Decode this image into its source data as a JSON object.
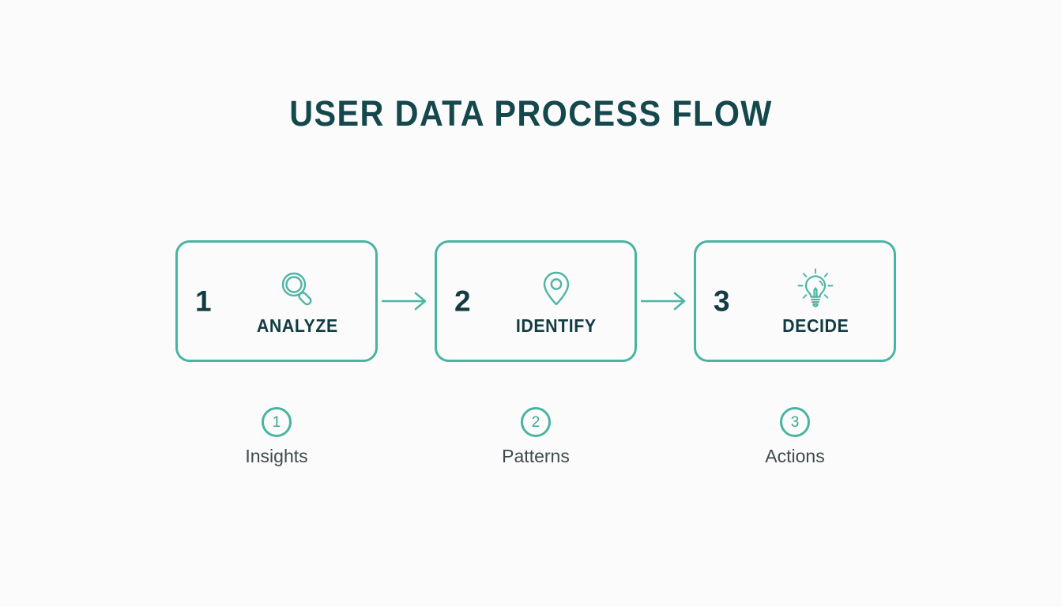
{
  "header": {
    "title": "USER DATA PROCESS FLOW"
  },
  "theme": {
    "background": "#fbfbfb",
    "accent_teal": "#48b4a2",
    "dark_teal": "#123c43",
    "title_color": "#14484d",
    "label_gray": "#3e4a4d"
  },
  "flow": {
    "steps": [
      {
        "number": "1",
        "label": "ANALYZE",
        "icon": "magnifier-icon"
      },
      {
        "number": "2",
        "label": "IDENTIFY",
        "icon": "map-pin-icon"
      },
      {
        "number": "3",
        "label": "DECIDE",
        "icon": "lightbulb-icon"
      }
    ],
    "connectors": [
      {
        "icon": "arrow-right-icon"
      },
      {
        "icon": "arrow-right-icon"
      }
    ]
  },
  "outcomes": [
    {
      "badge": "1",
      "label": "Insights"
    },
    {
      "badge": "2",
      "label": "Patterns"
    },
    {
      "badge": "3",
      "label": "Actions"
    }
  ]
}
